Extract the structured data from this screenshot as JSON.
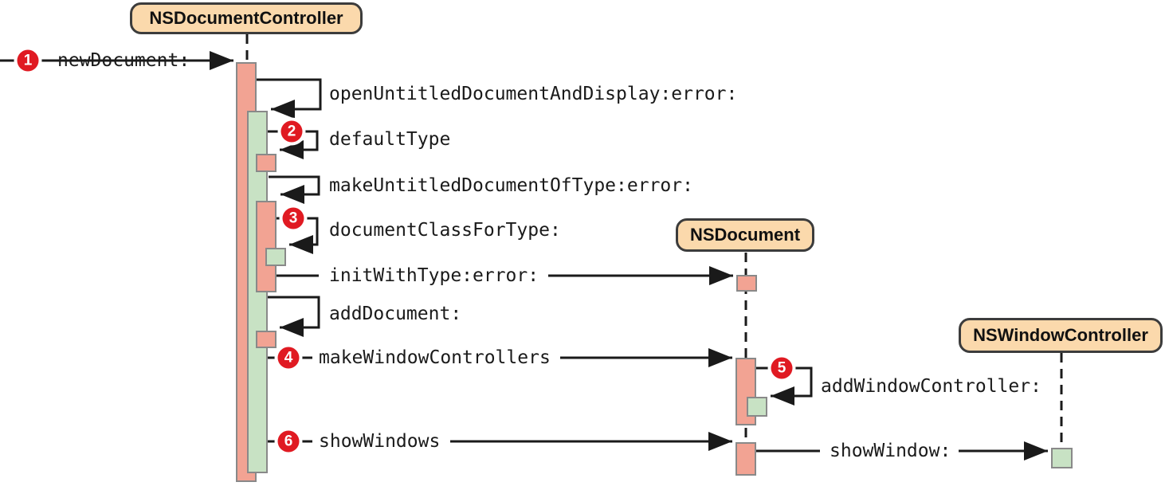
{
  "diagram": {
    "kind": "sequence-diagram",
    "actors": [
      {
        "name": "NSDocumentController"
      },
      {
        "name": "NSDocument"
      },
      {
        "name": "NSWindowController"
      }
    ],
    "messages": [
      {
        "step": "1",
        "label": "newDocument:",
        "from": "external",
        "to": "NSDocumentController",
        "type": "call"
      },
      {
        "step": "",
        "label": "openUntitledDocumentAndDisplay:error:",
        "from": "NSDocumentController",
        "to": "NSDocumentController",
        "type": "self-call"
      },
      {
        "step": "2",
        "label": "defaultType",
        "from": "NSDocumentController",
        "to": "NSDocumentController",
        "type": "self-call"
      },
      {
        "step": "",
        "label": "makeUntitledDocumentOfType:error:",
        "from": "NSDocumentController",
        "to": "NSDocumentController",
        "type": "self-call"
      },
      {
        "step": "3",
        "label": "documentClassForType:",
        "from": "NSDocumentController",
        "to": "NSDocumentController",
        "type": "self-call"
      },
      {
        "step": "",
        "label": "initWithType:error:",
        "from": "NSDocumentController",
        "to": "NSDocument",
        "type": "call"
      },
      {
        "step": "",
        "label": "addDocument:",
        "from": "NSDocumentController",
        "to": "NSDocumentController",
        "type": "self-call"
      },
      {
        "step": "4",
        "label": "makeWindowControllers",
        "from": "NSDocumentController",
        "to": "NSDocument",
        "type": "call"
      },
      {
        "step": "5",
        "label": "addWindowController:",
        "from": "NSDocument",
        "to": "NSDocument",
        "type": "self-call"
      },
      {
        "step": "6",
        "label": "showWindows",
        "from": "NSDocumentController",
        "to": "NSDocument",
        "type": "call"
      },
      {
        "step": "",
        "label": "showWindow:",
        "from": "NSDocument",
        "to": "NSWindowController",
        "type": "call"
      }
    ],
    "colors": {
      "actor_fill": "#FBD9AC",
      "activation_salmon": "#F2A393",
      "activation_green": "#C8E2C4",
      "badge_red": "#E01A22",
      "line_black": "#1a1a1a"
    }
  }
}
